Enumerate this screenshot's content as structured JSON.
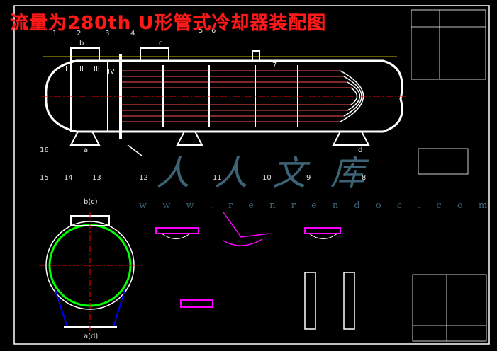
{
  "title": "流量为280th  U形管式冷却器装配图",
  "watermark": {
    "logo_text": "人人文库",
    "url": "w w w . r e n r e n d o c . c o m"
  },
  "part_labels": [
    "1",
    "2",
    "3",
    "4",
    "5",
    "6",
    "7",
    "8",
    "9",
    "10",
    "11",
    "12",
    "13",
    "14",
    "15",
    "16"
  ],
  "nozzle_labels": {
    "b": "b",
    "c": "c",
    "d": "d",
    "a": "a",
    "I": "I",
    "II": "II",
    "III": "III",
    "IV": "IV"
  },
  "section_labels": {
    "top": "b(c)",
    "bottom": "a(d)"
  },
  "colors": {
    "frame": "#ffffff",
    "title": "#ff1a1a",
    "dimension": "#ffff00",
    "section": "#00ff00",
    "weld": "#ff00ff",
    "tube": "#ff5050",
    "center": "#ff0000"
  }
}
